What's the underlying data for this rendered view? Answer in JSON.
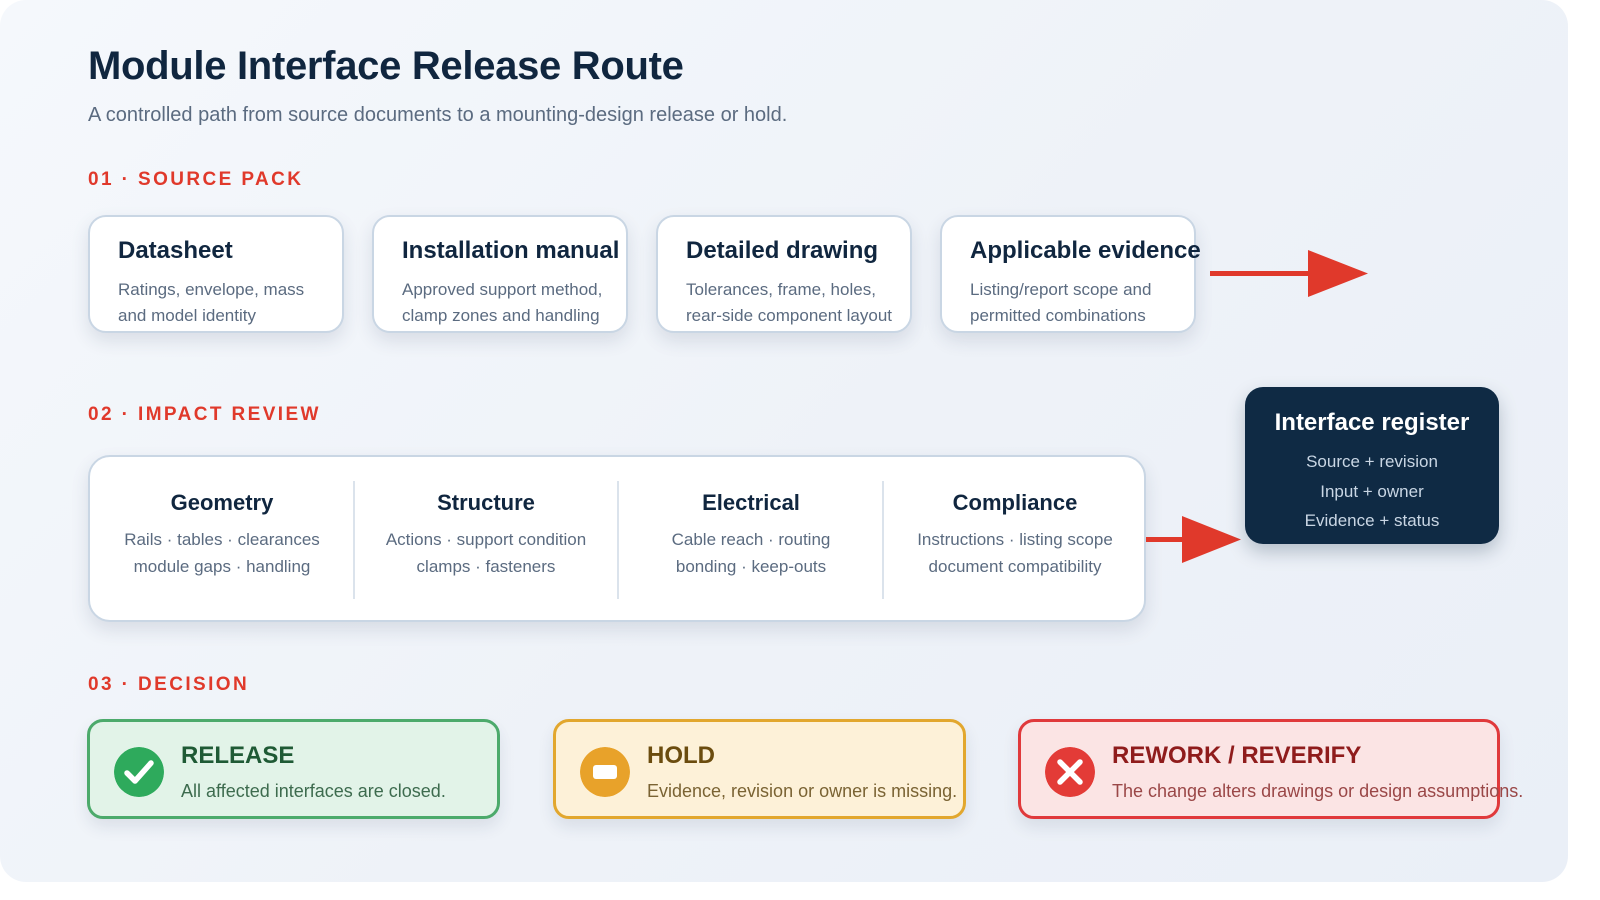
{
  "title": "Module Interface Release Route",
  "subtitle": "A controlled path from source documents to a mounting-design release or hold.",
  "sections": {
    "source": "01 · SOURCE PACK",
    "review": "02 · IMPACT REVIEW",
    "decision": "03 · DECISION"
  },
  "source_cards": [
    {
      "title": "Datasheet",
      "desc": "Ratings, envelope, mass\nand model identity"
    },
    {
      "title": "Installation manual",
      "desc": "Approved support method,\nclamp zones and handling"
    },
    {
      "title": "Detailed drawing",
      "desc": "Tolerances, frame, holes,\nrear-side component layout"
    },
    {
      "title": "Applicable evidence",
      "desc": "Listing/report scope and\npermitted combinations"
    }
  ],
  "review_columns": [
    {
      "title": "Geometry",
      "desc": "Rails · tables · clearances\nmodule gaps · handling"
    },
    {
      "title": "Structure",
      "desc": "Actions · support condition\nclamps · fasteners"
    },
    {
      "title": "Electrical",
      "desc": "Cable reach · routing\nbonding · keep-outs"
    },
    {
      "title": "Compliance",
      "desc": "Instructions · listing scope\ndocument compatibility"
    }
  ],
  "register": {
    "title": "Interface register",
    "lines": [
      "Source + revision",
      "Input + owner",
      "Evidence + status"
    ]
  },
  "decisions": {
    "release": {
      "title": "RELEASE",
      "desc": "All affected interfaces are closed.",
      "icon": "check-icon",
      "color": "#2eaa5c"
    },
    "hold": {
      "title": "HOLD",
      "desc": "Evidence, revision or owner is missing.",
      "icon": "pause-icon",
      "color": "#e8a22a"
    },
    "rework": {
      "title": "REWORK / REVERIFY",
      "desc": "The change alters drawings or design assumptions.",
      "icon": "cross-icon",
      "color": "#e33b37"
    }
  },
  "colors": {
    "accent": "#e0392b",
    "navy": "#0f2a44"
  }
}
